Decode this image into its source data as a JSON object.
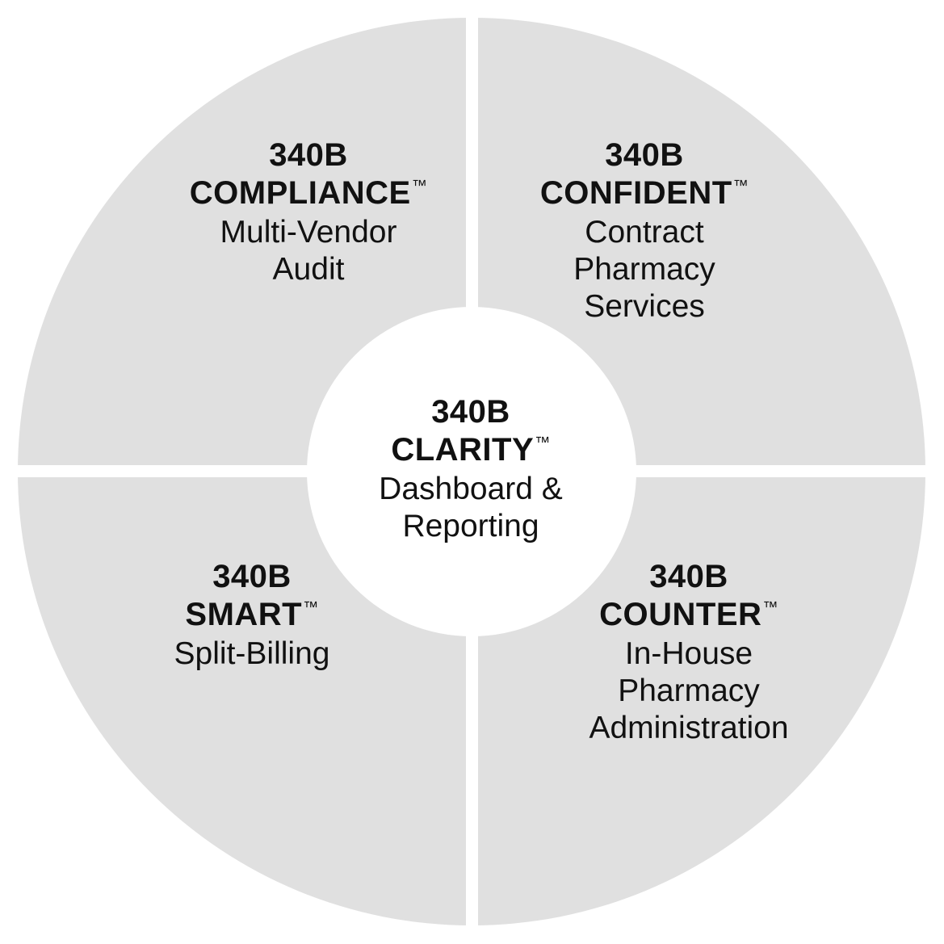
{
  "diagram": {
    "type": "quadrant-wheel",
    "colors": {
      "segment_fill": "#e0e0e0",
      "separator": "#ffffff",
      "center_fill": "#ffffff",
      "text": "#111111"
    },
    "segments": {
      "compliance": {
        "code": "340B",
        "name": "COMPLIANCE",
        "tm": "™",
        "desc_lines": [
          "Multi-Vendor",
          "Audit"
        ]
      },
      "confident": {
        "code": "340B",
        "name": "CONFIDENT",
        "tm": "™",
        "desc_lines": [
          "Contract",
          "Pharmacy",
          "Services"
        ]
      },
      "smart": {
        "code": "340B",
        "name": "SMART",
        "tm": "™",
        "desc_lines": [
          "Split-Billing"
        ]
      },
      "counter": {
        "code": "340B",
        "name": "COUNTER",
        "tm": "™",
        "desc_lines": [
          "In-House",
          "Pharmacy",
          "Administration"
        ]
      }
    },
    "center": {
      "code": "340B",
      "name": "CLARITY",
      "tm": "™",
      "desc_lines": [
        "Dashboard &",
        "Reporting"
      ]
    }
  }
}
